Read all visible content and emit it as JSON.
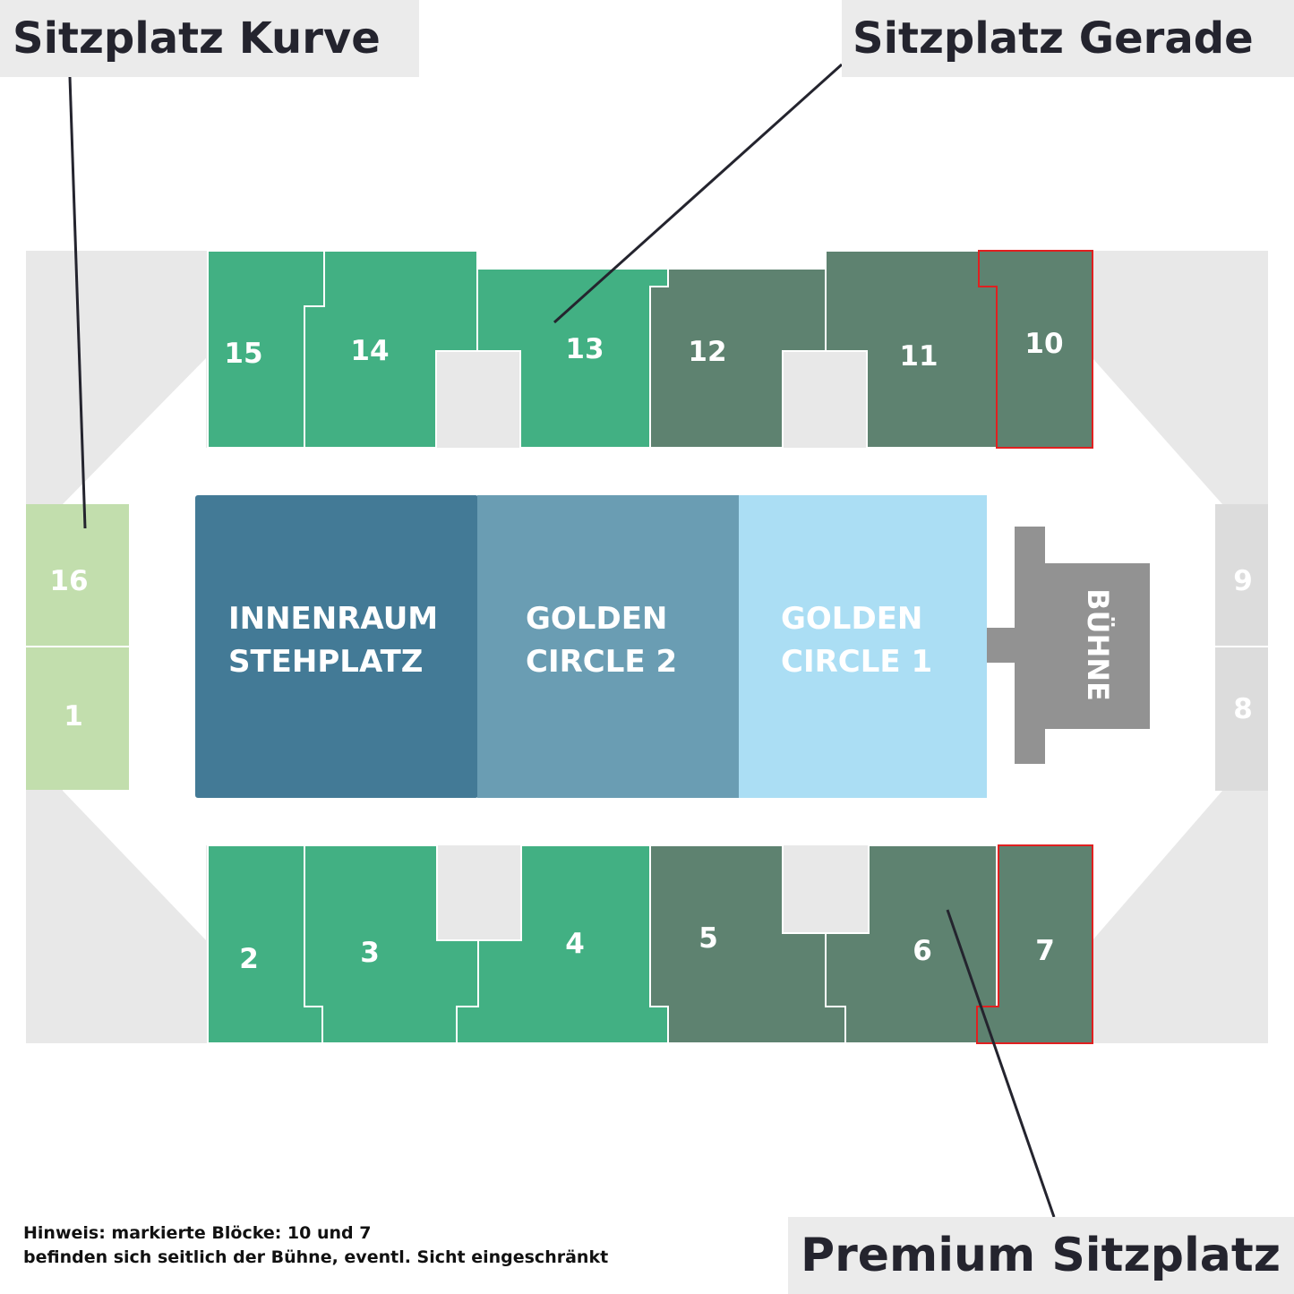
{
  "callouts": {
    "kurve": "Sitzplatz Kurve",
    "gerade": "Sitzplatz Gerade",
    "premium": "Premium Sitzplatz"
  },
  "note": {
    "line1": "Hinweis: markierte Blöcke: 10 und 7",
    "line2": "befinden sich seitlich der Bühne, eventl. Sicht eingeschränkt"
  },
  "floor": {
    "innenraum": [
      "INNENRAUM",
      "STEHPLATZ"
    ],
    "gc2": [
      "GOLDEN",
      "CIRCLE 2"
    ],
    "gc1": [
      "GOLDEN",
      "CIRCLE 1"
    ],
    "stage": "BÜHNE"
  },
  "blocks": {
    "b1": "1",
    "b2": "2",
    "b3": "3",
    "b4": "4",
    "b5": "5",
    "b6": "6",
    "b7": "7",
    "b8": "8",
    "b9": "9",
    "b10": "10",
    "b11": "11",
    "b12": "12",
    "b13": "13",
    "b14": "14",
    "b15": "15",
    "b16": "16"
  },
  "colors": {
    "gerade": "#42b083",
    "premium": "#5e8270",
    "kurve": "#c2dead",
    "kurve_right": "#dcdcdc",
    "innenraum": "#437a96",
    "gc2": "#6a9db3",
    "gc1": "#abdef4",
    "stage": "#929292",
    "venue": "#e8e8e8",
    "marked_border": "#e02020"
  }
}
